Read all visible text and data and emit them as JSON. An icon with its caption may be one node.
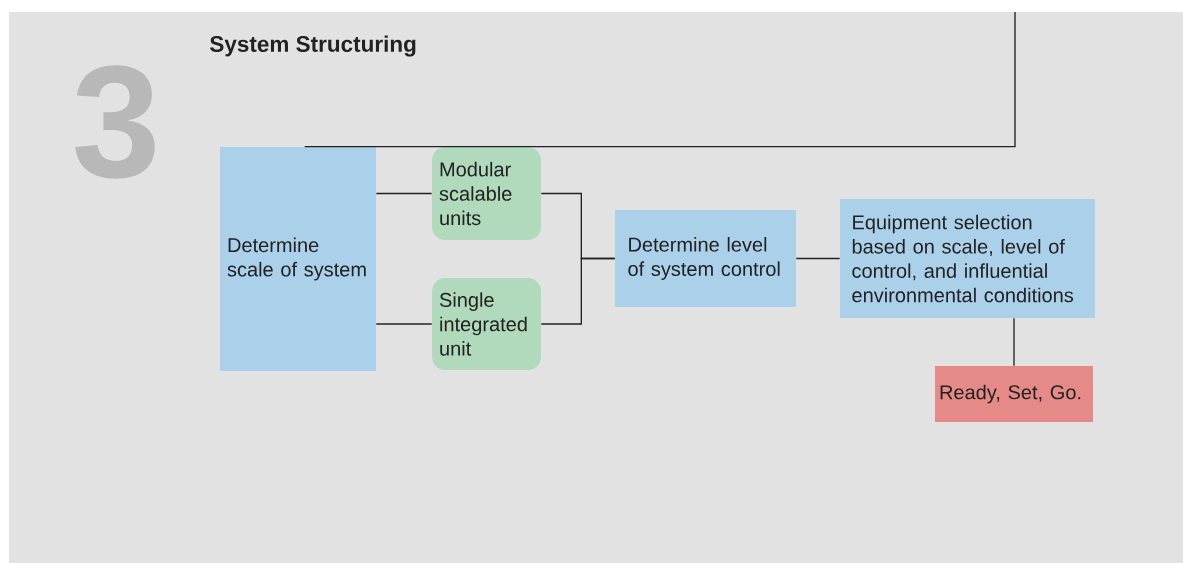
{
  "diagram": {
    "title": "System Structuring",
    "nodes": [
      {
        "text": [
          "Determine scale of system"
        ]
      },
      {
        "text": [
          "Modular scalable units"
        ]
      },
      {
        "text": [
          "Single integrated unit"
        ]
      },
      {
        "text": [
          "Determine level of system control"
        ]
      },
      {
        "text": [
          "Equipment selection based on scale, level of control, and influential environmental conditions"
        ]
      },
      {
        "text": [
          "Ready, Set, Go."
        ]
      }
    ],
    "edges": [
      {
        "from": null,
        "to": 0,
        "arrow": "none"
      },
      {
        "from": 0,
        "to": 1,
        "arrow": "none"
      },
      {
        "from": 0,
        "to": 2,
        "arrow": "none"
      },
      {
        "from": 1,
        "to": 3,
        "arrow": "none"
      },
      {
        "from": 2,
        "to": 3,
        "arrow": "none"
      },
      {
        "from": 3,
        "to": 4,
        "arrow": "none"
      },
      {
        "from": 4,
        "to": 5,
        "arrow": "none"
      }
    ],
    "labels": [
      "3"
    ]
  }
}
